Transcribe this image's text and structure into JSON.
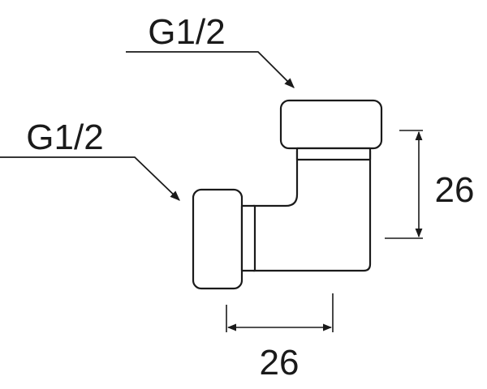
{
  "callouts": {
    "top_thread": "G1/2",
    "side_thread": "G1/2"
  },
  "dimensions": {
    "vertical": "26",
    "horizontal": "26"
  }
}
